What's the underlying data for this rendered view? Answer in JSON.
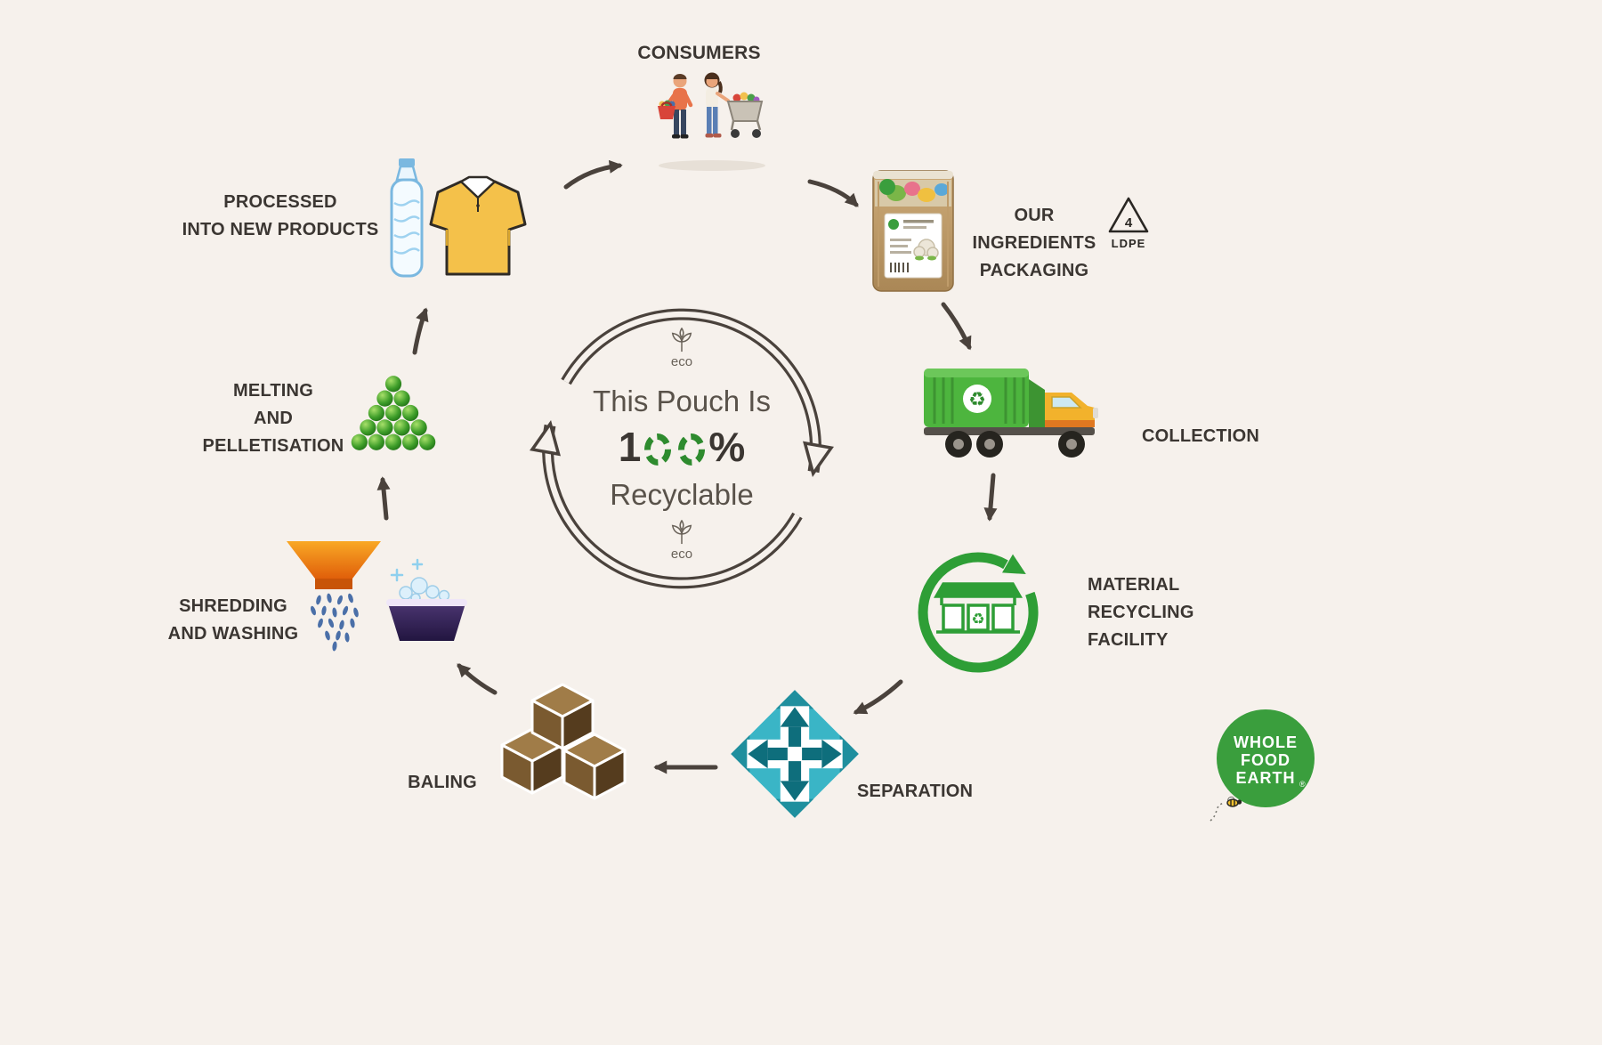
{
  "colors": {
    "background": "#f6f1ec",
    "label_text": "#3b3632",
    "arrow": "#4a423c",
    "accent_green": "#2e8b2e",
    "teal": "#3ab5c6",
    "logo_green": "#3a9e3d"
  },
  "center": {
    "eco_top": "eco",
    "eco_bottom": "eco",
    "line1": "This Pouch Is",
    "percent_display": "100%",
    "percent_prefix": "1",
    "percent_suffix": "%",
    "line3": "Recyclable"
  },
  "stages": {
    "consumers": {
      "label": [
        "CONSUMERS"
      ]
    },
    "packaging": {
      "label": [
        "OUR INGREDIENTS",
        "PACKAGING"
      ]
    },
    "ldpe": {
      "number": "4",
      "code": "LDPE"
    },
    "collection": {
      "label": [
        "COLLECTION"
      ]
    },
    "mrf": {
      "label": [
        "MATERIAL",
        "RECYCLING",
        "FACILITY"
      ]
    },
    "separation": {
      "label": [
        "SEPARATION"
      ]
    },
    "baling": {
      "label": [
        "BALING"
      ]
    },
    "shredding": {
      "label": [
        "SHREDDING",
        "AND WASHING"
      ]
    },
    "melting": {
      "label": [
        "MELTING",
        "AND",
        "PELLETISATION"
      ]
    },
    "products": {
      "label": [
        "PROCESSED",
        "INTO NEW PRODUCTS"
      ]
    }
  },
  "symbols": {
    "recycle": "♻"
  },
  "icons": {
    "consumers": "shoppers-with-basket-and-cart",
    "packaging": "kraft-stand-up-pouch",
    "ldpe": "recycling-triangle-code-4",
    "collection": "garbage-truck",
    "mrf": "recycling-facility-in-green-arrow-circle",
    "separation": "outward-arrows-teal-diamond",
    "baling": "stacked-brown-bales",
    "shredding": "shredder-funnel-and-wash-basin",
    "melting": "green-pellet-pyramid",
    "products": "water-bottle-and-tshirt",
    "center": "circular-recycle-arrows",
    "eco": "eco-sprout",
    "logo": "whole-food-earth-badge",
    "bee": "bee-doodle"
  },
  "logo": {
    "lines": [
      "WHOLE",
      "FOOD",
      "EARTH"
    ],
    "registered": "®"
  }
}
